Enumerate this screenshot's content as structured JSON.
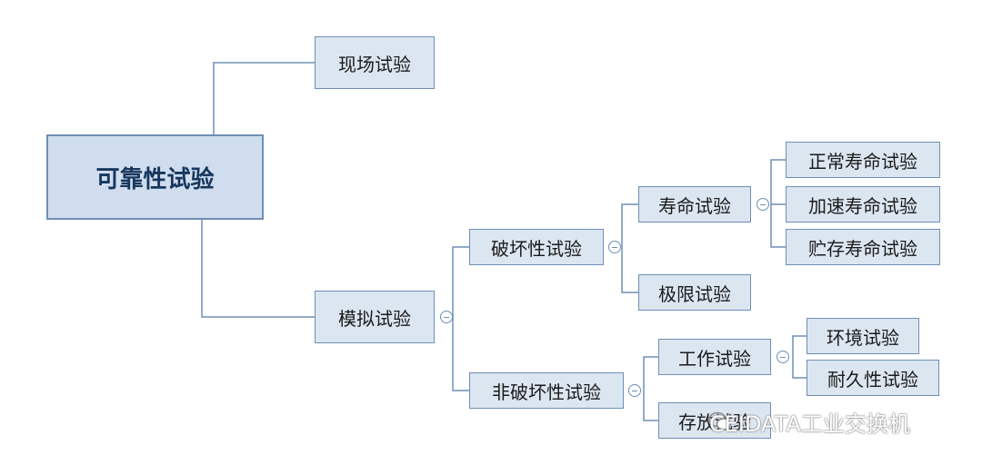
{
  "diagram": {
    "root": "可靠性试验",
    "field_test": "现场试验",
    "simulation_test": "模拟试验",
    "destructive_test": "破坏性试验",
    "nondestructive_test": "非破坏性试验",
    "life_test": "寿命试验",
    "limit_test": "极限试验",
    "normal_life_test": "正常寿命试验",
    "accelerated_life_test": "加速寿命试验",
    "storage_life_test": "贮存寿命试验",
    "work_test": "工作试验",
    "storage_test": "存放试验",
    "environment_test": "环境试验",
    "durability_test": "耐久性试验"
  },
  "watermark": {
    "text": "CEIDATA工业交换机"
  },
  "colors": {
    "node_fill": "#dce6f1",
    "root_fill": "#d0ddee",
    "border": "#6e8fb5",
    "line": "#6e8fb5"
  }
}
